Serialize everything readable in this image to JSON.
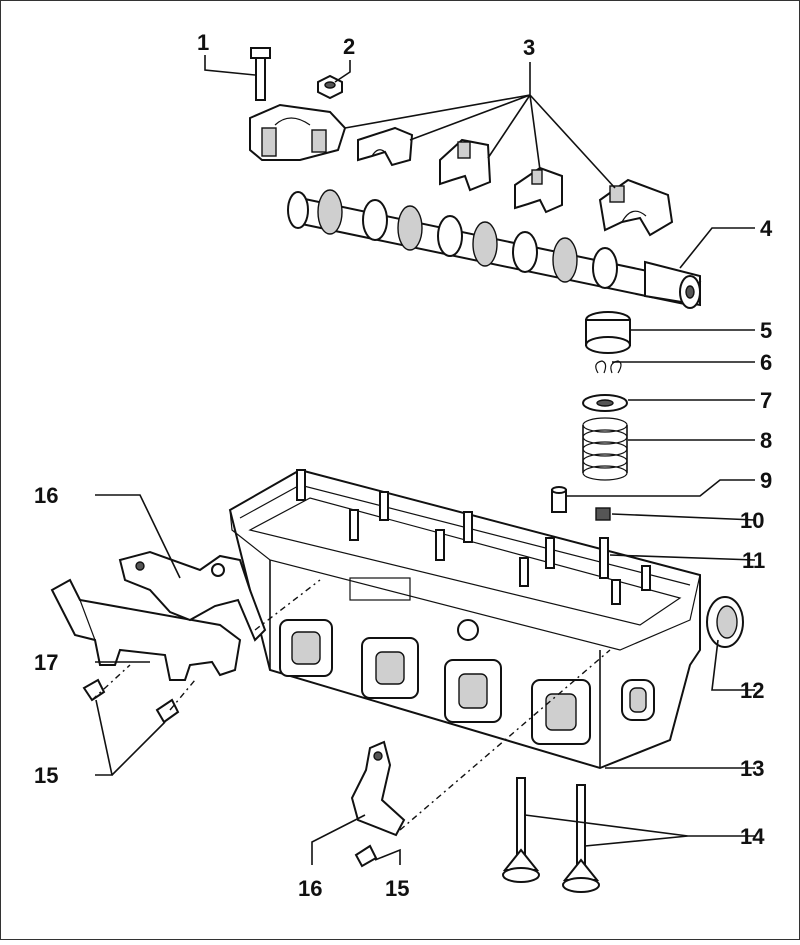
{
  "callouts": [
    {
      "id": "c1",
      "label": "1"
    },
    {
      "id": "c2",
      "label": "2"
    },
    {
      "id": "c3",
      "label": "3"
    },
    {
      "id": "c4",
      "label": "4"
    },
    {
      "id": "c5",
      "label": "5"
    },
    {
      "id": "c6",
      "label": "6"
    },
    {
      "id": "c7",
      "label": "7"
    },
    {
      "id": "c8",
      "label": "8"
    },
    {
      "id": "c9",
      "label": "9"
    },
    {
      "id": "c10",
      "label": "10"
    },
    {
      "id": "c11",
      "label": "11"
    },
    {
      "id": "c12",
      "label": "12"
    },
    {
      "id": "c13",
      "label": "13"
    },
    {
      "id": "c14",
      "label": "14"
    },
    {
      "id": "c15a",
      "label": "15"
    },
    {
      "id": "c15b",
      "label": "15"
    },
    {
      "id": "c16a",
      "label": "16"
    },
    {
      "id": "c16b",
      "label": "16"
    },
    {
      "id": "c17",
      "label": "17"
    }
  ]
}
